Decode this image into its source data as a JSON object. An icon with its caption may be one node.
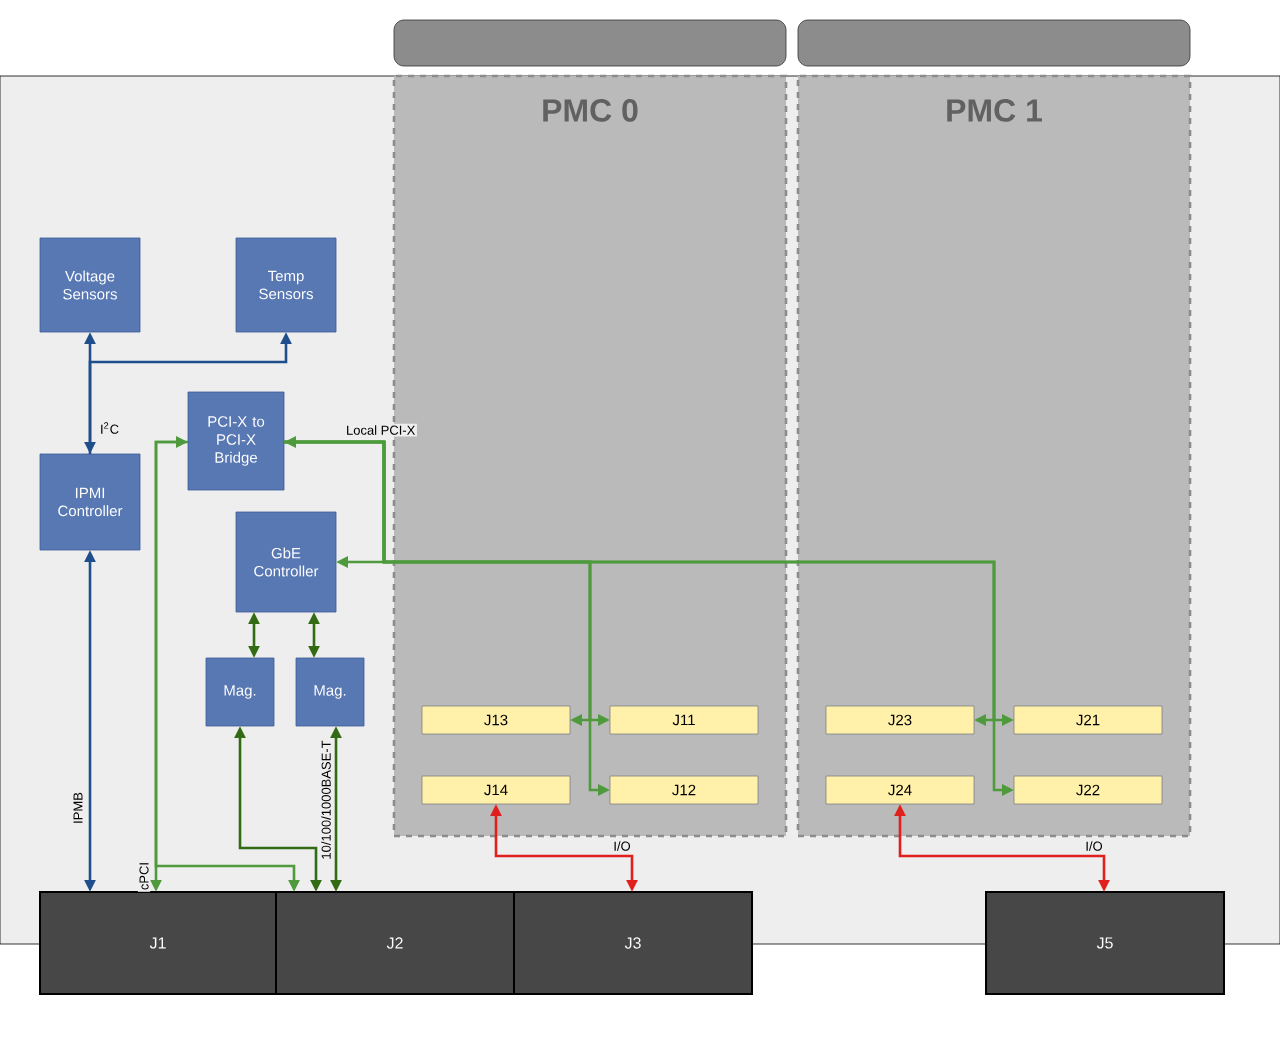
{
  "diagram": {
    "nodes": [
      {
        "text": [
          "Voltage Sensors"
        ]
      },
      {
        "text": [
          "Temp Sensors"
        ]
      },
      {
        "text": [
          "PCI-X to PCI-X Bridge"
        ]
      },
      {
        "text": [
          "IPMI Controller"
        ]
      },
      {
        "text": [
          "GbE Controller"
        ]
      },
      {
        "text": [
          "Mag."
        ]
      },
      {
        "text": [
          "Mag."
        ]
      },
      {
        "text": [
          "PMC 0"
        ]
      },
      {
        "text": [
          "PMC 1"
        ]
      },
      {
        "text": [
          "J13"
        ],
        "in": 7
      },
      {
        "text": [
          "J11"
        ],
        "in": 7
      },
      {
        "text": [
          "J14"
        ],
        "in": 7
      },
      {
        "text": [
          "J12"
        ],
        "in": 7
      },
      {
        "text": [
          "J23"
        ],
        "in": 8
      },
      {
        "text": [
          "J21"
        ],
        "in": 8
      },
      {
        "text": [
          "J24"
        ],
        "in": 8
      },
      {
        "text": [
          "J22"
        ],
        "in": 8
      },
      {
        "text": [
          "J1"
        ]
      },
      {
        "text": [
          "J2"
        ]
      },
      {
        "text": [
          "J3"
        ]
      },
      {
        "text": [
          "J5"
        ]
      }
    ],
    "edges": [
      {
        "from": 3,
        "to": 0,
        "arrow": "both",
        "label": "I$^{2}$C",
        "color": "#1f4e8c"
      },
      {
        "from": 3,
        "to": 1,
        "arrow": "to",
        "color": "#1f4e8c"
      },
      {
        "from": 3,
        "to": 17,
        "arrow": "both",
        "label": "IPMB",
        "color": "#1f4e8c"
      },
      {
        "from": 2,
        "to": 17,
        "arrow": "both",
        "label": "cPCI"
      },
      {
        "from": 2,
        "to": 18,
        "arrow": "to"
      },
      {
        "from": 2,
        "to": 4,
        "arrow": "both",
        "label": "Local PCI-X"
      },
      {
        "from": 2,
        "to": 9,
        "arrow": "to"
      },
      {
        "from": 2,
        "to": 10,
        "arrow": "to"
      },
      {
        "from": 2,
        "to": 12,
        "arrow": "to"
      },
      {
        "from": 2,
        "to": 13,
        "arrow": "to"
      },
      {
        "from": 2,
        "to": 14,
        "arrow": "to"
      },
      {
        "from": 2,
        "to": 16,
        "arrow": "to"
      },
      {
        "from": 4,
        "to": 5,
        "arrow": "both",
        "color": "#336b14"
      },
      {
        "from": 4,
        "to": 6,
        "arrow": "both",
        "color": "#336b14"
      },
      {
        "from": 5,
        "to": 18,
        "arrow": "both",
        "color": "#336b14"
      },
      {
        "from": 6,
        "to": 18,
        "arrow": "both",
        "label": "10/100/1000BASE-T",
        "color": "#336b14"
      },
      {
        "from": 11,
        "to": 19,
        "arrow": "both",
        "label": "I/O",
        "color": "#e0201c"
      },
      {
        "from": 15,
        "to": 20,
        "arrow": "both",
        "label": "I/O",
        "color": "#e0201c"
      }
    ]
  }
}
